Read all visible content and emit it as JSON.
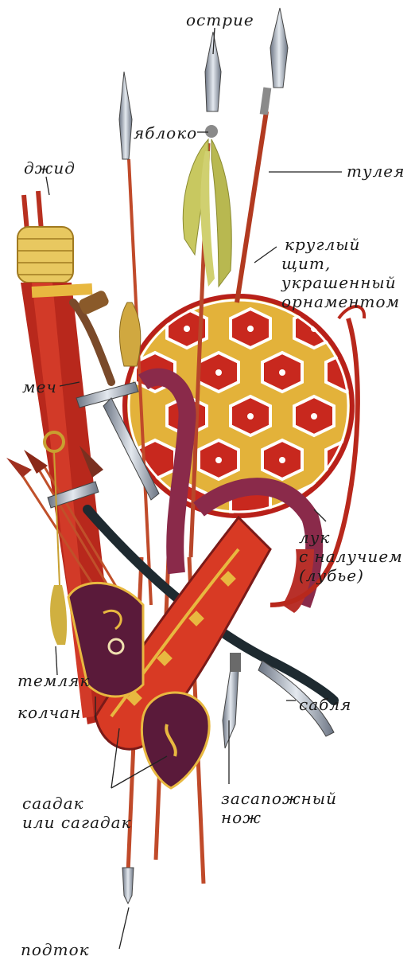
{
  "labels": {
    "ostrie": "острие",
    "yabloko": "яблоко",
    "dzhid": "джид",
    "tuleya": "тулея",
    "shield_1": "круглый",
    "shield_2": "щит,",
    "shield_3": "украшенный",
    "shield_4": "орнаментом",
    "mech": "меч",
    "luk_1": "лук",
    "luk_2": "с налучием",
    "luk_3": "(лубье)",
    "temlyak": "темляк",
    "kolchan": "колчан",
    "sablya": "сабля",
    "saadak_1": "саадак",
    "saadak_2": "или сагадак",
    "nozh_1": "засапожный",
    "nozh_2": "нож",
    "podtok": "подток"
  },
  "colors": {
    "shield_red": "#c8281e",
    "shield_gold": "#e6b43c",
    "shaft_red": "#b83a22",
    "quiver_red": "#c43224",
    "quiver_purple": "#5a1a3a",
    "tassel_green": "#c8c860",
    "steel": "#9aa4b2"
  }
}
